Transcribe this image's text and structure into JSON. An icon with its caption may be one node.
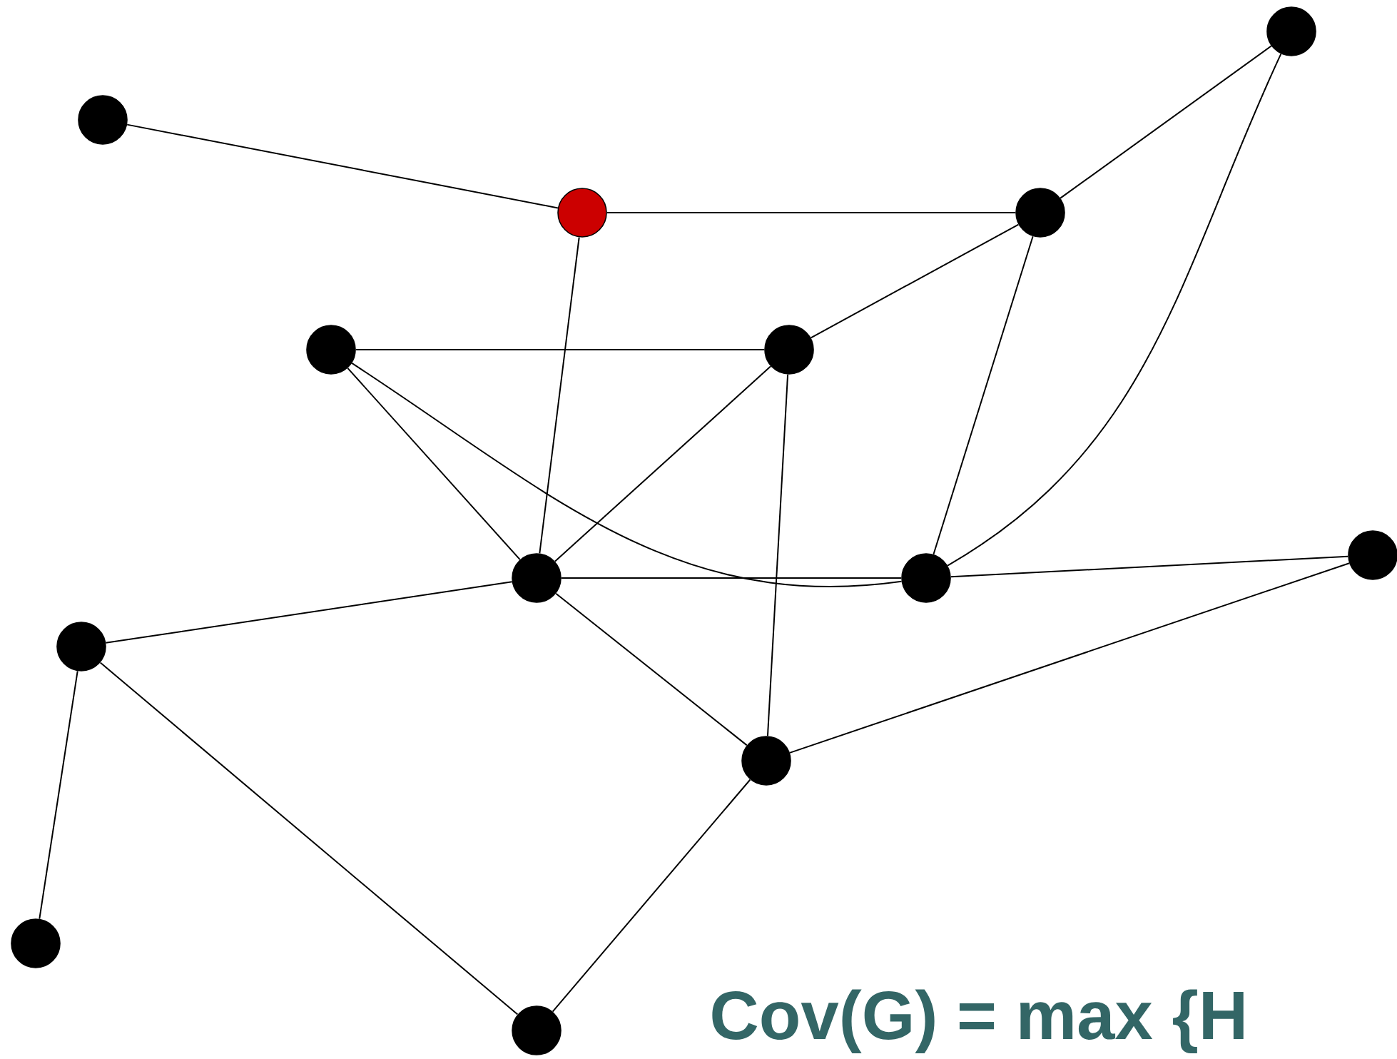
{
  "diagram": {
    "nodes": [
      {
        "text": [],
        "shape": "circle"
      },
      {
        "text": [],
        "shape": "circle"
      },
      {
        "text": [],
        "shape": "circle"
      },
      {
        "text": [],
        "shape": "circle"
      },
      {
        "text": [],
        "shape": "circle"
      },
      {
        "text": [],
        "shape": "circle"
      },
      {
        "text": [],
        "shape": "circle"
      },
      {
        "text": [],
        "shape": "circle"
      },
      {
        "text": [],
        "shape": "circle"
      },
      {
        "text": [],
        "shape": "circle"
      },
      {
        "text": [],
        "shape": "circle"
      },
      {
        "text": [],
        "shape": "circle"
      },
      {
        "text": [],
        "shape": "circle"
      }
    ],
    "edges": [
      {
        "from": 0,
        "to": 1,
        "arrow": "none"
      },
      {
        "from": 1,
        "to": 2,
        "arrow": "none"
      },
      {
        "from": 2,
        "to": 3,
        "arrow": "none"
      },
      {
        "from": 1,
        "to": 6,
        "arrow": "none"
      },
      {
        "from": 2,
        "to": 5,
        "arrow": "none"
      },
      {
        "from": 2,
        "to": 7,
        "arrow": "none"
      },
      {
        "from": 3,
        "to": 7,
        "arrow": "none"
      },
      {
        "from": 4,
        "to": 5,
        "arrow": "none"
      },
      {
        "from": 4,
        "to": 6,
        "arrow": "none"
      },
      {
        "from": 4,
        "to": 7,
        "arrow": "none"
      },
      {
        "from": 5,
        "to": 6,
        "arrow": "none"
      },
      {
        "from": 5,
        "to": 10,
        "arrow": "none"
      },
      {
        "from": 6,
        "to": 7,
        "arrow": "none"
      },
      {
        "from": 7,
        "to": 8,
        "arrow": "none"
      },
      {
        "from": 6,
        "to": 10,
        "arrow": "none"
      },
      {
        "from": 8,
        "to": 10,
        "arrow": "none"
      },
      {
        "from": 6,
        "to": 9,
        "arrow": "none"
      },
      {
        "from": 9,
        "to": 11,
        "arrow": "none"
      },
      {
        "from": 9,
        "to": 12,
        "arrow": "none"
      },
      {
        "from": 10,
        "to": 12,
        "arrow": "none"
      }
    ],
    "labels": [
      "Cov(G) = max {H"
    ]
  }
}
